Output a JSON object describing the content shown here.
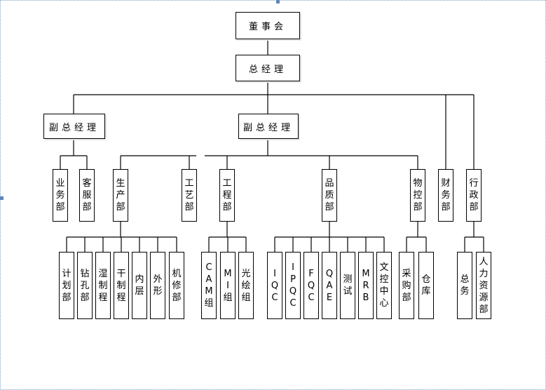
{
  "chart": {
    "board": "董事会",
    "gm": "总经理",
    "vp_left": "副总经理",
    "vp_center": "副总经理",
    "departments": {
      "business": "业务部",
      "customer_service": "客服部",
      "production": "生产部",
      "process": "工艺部",
      "engineering": "工程部",
      "quality": "品质部",
      "material_control": "物控部",
      "finance": "财务部",
      "administration": "行政部"
    },
    "production_units": [
      "计划部",
      "钻孔部",
      "湿制程",
      "干制程",
      "内层",
      "外形",
      "机修部"
    ],
    "engineering_units": [
      "CAM组",
      "MI组",
      "光绘组"
    ],
    "quality_units": [
      "IQC",
      "IPQC",
      "FQC",
      "QAE",
      "测试",
      "MRB",
      "文控中心"
    ],
    "material_units": [
      "采购部",
      "仓库"
    ],
    "admin_units": [
      "总务",
      "人力资源部"
    ]
  }
}
